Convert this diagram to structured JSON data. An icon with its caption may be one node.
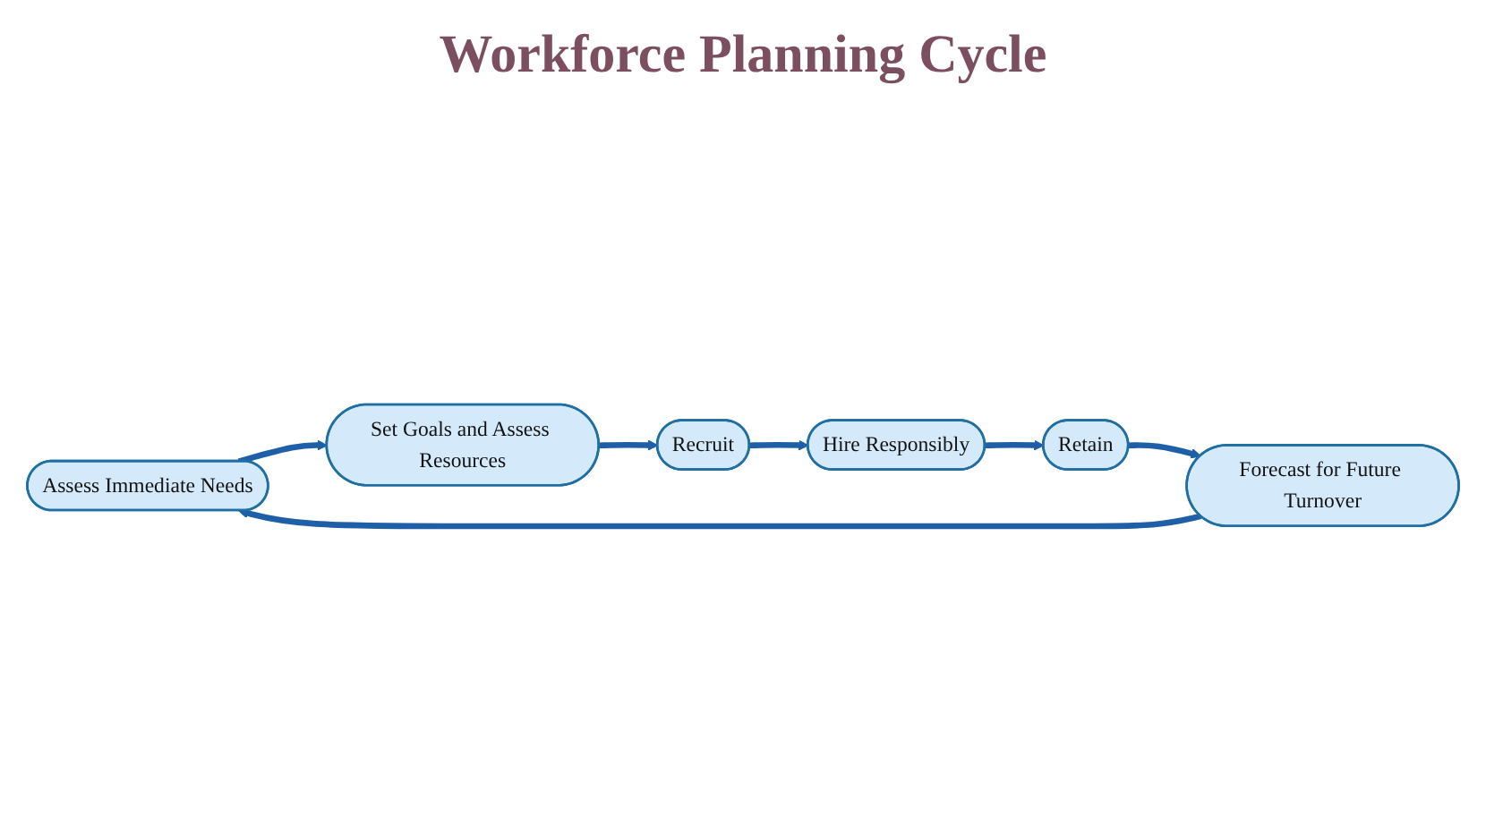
{
  "diagram": {
    "title": "Workforce Planning Cycle",
    "nodes": [
      {
        "text": [
          "Assess Immediate Needs"
        ]
      },
      {
        "text": [
          "Set Goals and Assess Resources"
        ]
      },
      {
        "text": [
          "Recruit"
        ]
      },
      {
        "text": [
          "Hire Responsibly"
        ]
      },
      {
        "text": [
          "Retain"
        ]
      },
      {
        "text": [
          "Forecast for Future Turnover"
        ]
      }
    ],
    "edges": [
      {
        "from": 0,
        "to": 1,
        "arrow": "to"
      },
      {
        "from": 1,
        "to": 2,
        "arrow": "to"
      },
      {
        "from": 2,
        "to": 3,
        "arrow": "to"
      },
      {
        "from": 3,
        "to": 4,
        "arrow": "to"
      },
      {
        "from": 4,
        "to": 5,
        "arrow": "to"
      },
      {
        "from": 5,
        "to": 0,
        "arrow": "to"
      }
    ]
  }
}
